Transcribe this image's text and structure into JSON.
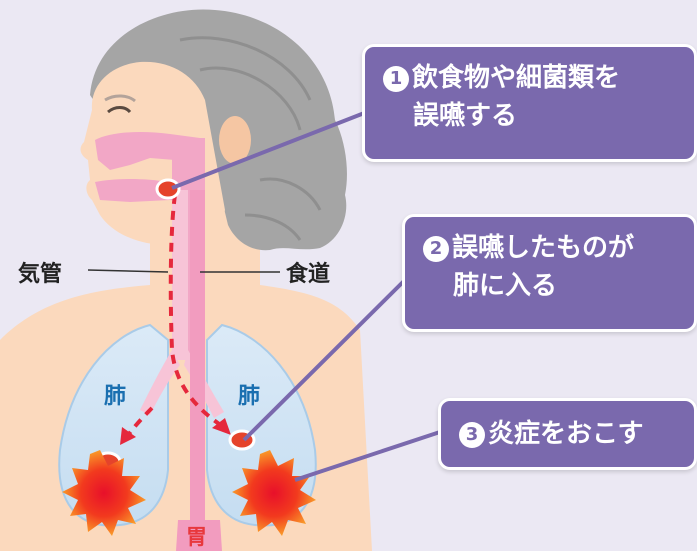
{
  "callouts": [
    {
      "number": "1",
      "line1": "飲食物や細菌類を",
      "line2": "誤嚥する"
    },
    {
      "number": "2",
      "line1": "誤嚥したものが",
      "line2": "肺に入る"
    },
    {
      "number": "3",
      "line1": "炎症をおこす"
    }
  ],
  "labels": {
    "trachea": "気管",
    "esophagus": "食道",
    "lung_left": "肺",
    "lung_right": "肺",
    "stomach": "胃"
  },
  "colors": {
    "background": "#ebe8f3",
    "callout": "#7a69ad",
    "skin": "#fbd9bd",
    "hair": "#a9a9a9",
    "airway": "#f2a7c6",
    "lung": "#cfe4f4",
    "lung_label": "#1a6fb0",
    "stomach_label": "#e8383d",
    "aspirate": "#e5432b"
  }
}
